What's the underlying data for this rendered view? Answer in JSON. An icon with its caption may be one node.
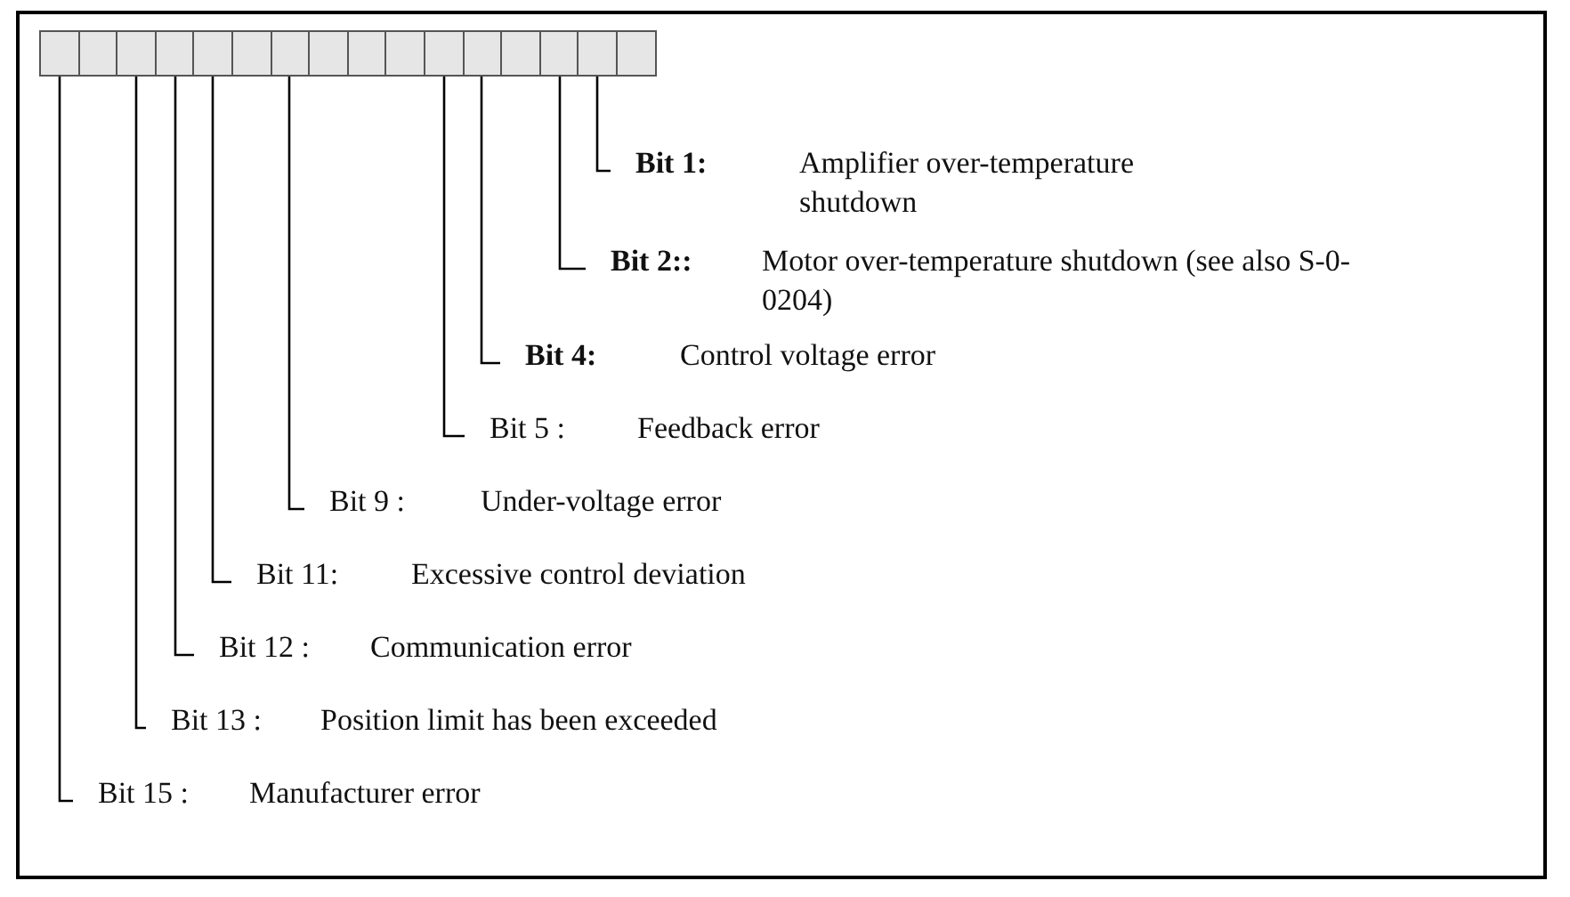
{
  "diagram": {
    "nodes": [
      {
        "text": [],
        "shape": "box"
      },
      {
        "text": [],
        "shape": "box"
      },
      {
        "text": [],
        "shape": "box"
      },
      {
        "text": [],
        "shape": "box"
      },
      {
        "text": [],
        "shape": "box"
      },
      {
        "text": [],
        "shape": "box"
      },
      {
        "text": [],
        "shape": "box"
      },
      {
        "text": [],
        "shape": "box"
      },
      {
        "text": [],
        "shape": "box"
      },
      {
        "text": [],
        "shape": "box"
      },
      {
        "text": [],
        "shape": "box"
      },
      {
        "text": [],
        "shape": "box"
      },
      {
        "text": [],
        "shape": "box"
      },
      {
        "text": [],
        "shape": "box"
      },
      {
        "text": [],
        "shape": "box"
      },
      {
        "text": [],
        "shape": "box"
      },
      {
        "text": [
          "Bit 1:",
          "Amplifier over-temperature shutdown"
        ]
      },
      {
        "text": [
          "Bit 2::",
          "Motor over-temperature shutdown (see also S-0-0204)"
        ]
      },
      {
        "text": [
          "Bit 4:",
          "Control voltage error"
        ]
      },
      {
        "text": [
          "Bit 5 :",
          "Feedback error"
        ]
      },
      {
        "text": [
          "Bit 9 :",
          "Under-voltage error"
        ]
      },
      {
        "text": [
          "Bit 11:",
          "Excessive control deviation"
        ]
      },
      {
        "text": [
          "Bit 12 :",
          "Communication error"
        ]
      },
      {
        "text": [
          "Bit 13 :",
          "Position limit has been exceeded"
        ]
      },
      {
        "text": [
          "Bit 15 :",
          "Manufacturer error"
        ]
      }
    ],
    "edges": [
      {
        "from": 16,
        "to": 14,
        "arrow": "none"
      },
      {
        "from": 17,
        "to": 13,
        "arrow": "none"
      },
      {
        "from": 18,
        "to": 11,
        "arrow": "none"
      },
      {
        "from": 19,
        "to": 10,
        "arrow": "none"
      },
      {
        "from": 20,
        "to": 6,
        "arrow": "none"
      },
      {
        "from": 21,
        "to": 4,
        "arrow": "none"
      },
      {
        "from": 22,
        "to": 3,
        "arrow": "none"
      },
      {
        "from": 23,
        "to": 2,
        "arrow": "none"
      },
      {
        "from": 24,
        "to": 0,
        "arrow": "none"
      }
    ]
  }
}
